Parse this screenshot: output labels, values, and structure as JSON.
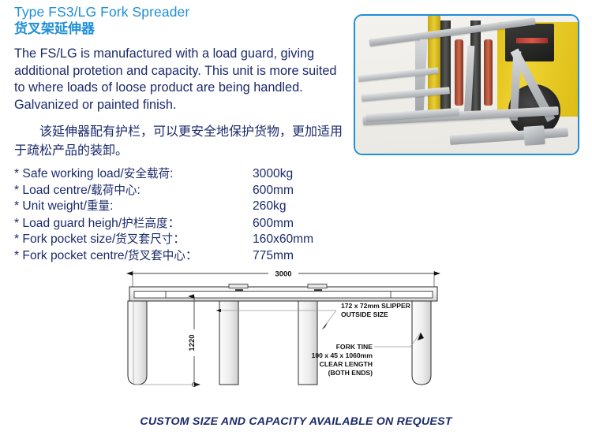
{
  "page": {
    "background_color": "#ffffff",
    "accent_blue": "#1f8fd6",
    "text_navy": "#1b2a6b"
  },
  "header": {
    "title_en": "Type FS3/LG Fork Spreader",
    "title_cn": "货叉架延伸器"
  },
  "description": {
    "english": "The FS/LG is manufactured with a load guard, giving additional protetion and capacity. This unit is more suited to where loads of loose product are being handled. Galvanized or painted finish.",
    "chinese": "该延伸器配有护栏，可以更安全地保护货物，更加适用于疏松产品的装卸。"
  },
  "specifications": [
    {
      "bullet": "*",
      "label_en": "Safe working load",
      "label_cn": "安全载荷",
      "separator": "/",
      "colon": ":",
      "value": "3000kg"
    },
    {
      "bullet": "*",
      "label_en": "Load centre",
      "label_cn": "载荷中心",
      "separator": "/",
      "colon": ":",
      "value": "600mm"
    },
    {
      "bullet": "*",
      "label_en": "Unit weight",
      "label_cn": "重量",
      "separator": "/",
      "colon": ":",
      "value": "260kg"
    },
    {
      "bullet": "*",
      "label_en": "Load guard heigh",
      "label_cn": "护栏高度",
      "separator": "/",
      "colon": "：",
      "value": "600mm"
    },
    {
      "bullet": "*",
      "label_en": "Fork pocket size",
      "label_cn": "货叉套尺寸",
      "separator": "/",
      "colon": "：",
      "value": "160x60mm"
    },
    {
      "bullet": "*",
      "label_en": "Fork pocket centre",
      "label_cn": "货叉套中心",
      "separator": "/",
      "colon": "：",
      "value": "775mm"
    }
  ],
  "photo": {
    "alt": "Grey fork spreader with load guard mounted on a yellow forklift",
    "border_color": "#1f8fd6",
    "background_color": "#f2f0ec"
  },
  "drawing": {
    "dim_width": "3000",
    "dim_height": "1220",
    "annotation_slipper_line1": "172 x 72mm SLIPPER",
    "annotation_slipper_line2": "OUTSIDE SIZE",
    "annotation_fork_line1": "FORK TINE",
    "annotation_fork_line2": "100 x 45 x 1060mm",
    "annotation_fork_line3": "CLEAR LENGTH",
    "annotation_fork_line4": "(BOTH ENDS)"
  },
  "footer": {
    "caption": "CUSTOM SIZE AND CAPACITY AVAILABLE ON REQUEST"
  }
}
